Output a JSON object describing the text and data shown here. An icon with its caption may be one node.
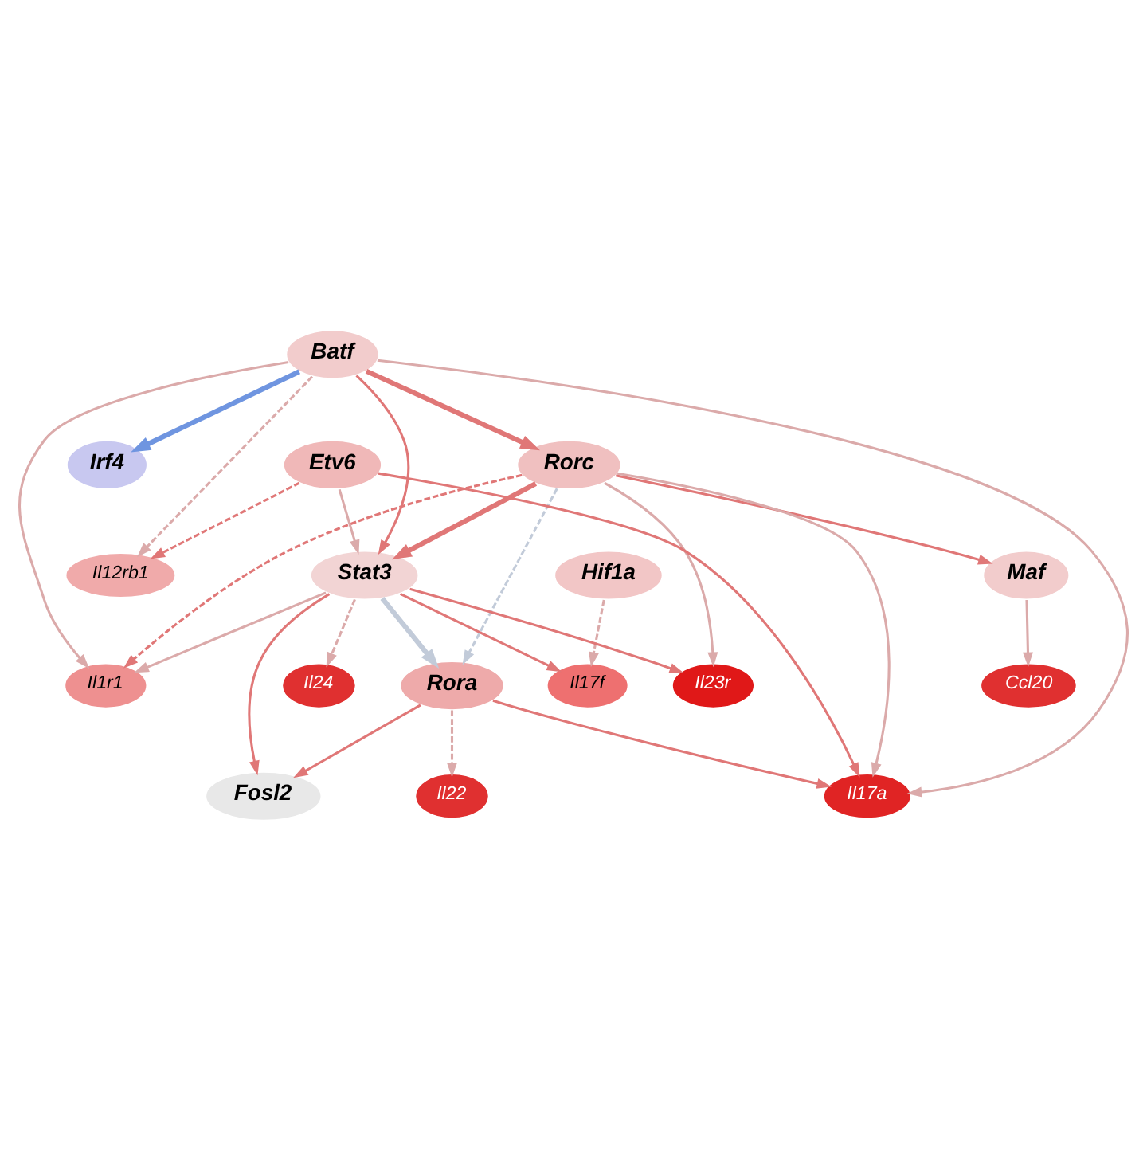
{
  "diagram": {
    "nodes": [
      {
        "text": [
          "Il24"
        ]
      },
      {
        "text": [
          "Il22"
        ]
      },
      {
        "text": [
          "Il23r"
        ]
      },
      {
        "text": [
          "Il1r1"
        ]
      },
      {
        "text": [
          "Batf"
        ]
      },
      {
        "text": [
          "Hif1a"
        ]
      },
      {
        "text": [
          "Maf"
        ]
      },
      {
        "text": [
          "Rorc"
        ]
      },
      {
        "text": [
          "Etv6"
        ]
      },
      {
        "text": [
          "Fosl2"
        ]
      },
      {
        "text": [
          "Rora"
        ]
      },
      {
        "text": [
          "Stat3"
        ]
      },
      {
        "text": [
          "Irf4"
        ]
      },
      {
        "text": [
          "Il12rb1"
        ]
      },
      {
        "text": [
          "Ccl20"
        ]
      },
      {
        "text": [
          "Il17a"
        ]
      },
      {
        "text": [
          "Il17f"
        ]
      }
    ],
    "edges": [
      {
        "from": 4,
        "to": 3,
        "arrow": "to"
      },
      {
        "from": 4,
        "to": 12,
        "arrow": "to",
        "style": "thick",
        "color": "#6f95e0"
      },
      {
        "from": 4,
        "to": 13,
        "arrow": "to",
        "style": "dashed"
      },
      {
        "from": 4,
        "to": 7,
        "arrow": "to",
        "style": "thick",
        "color": "#e07777"
      },
      {
        "from": 4,
        "to": 11,
        "arrow": "to",
        "color": "#e07777"
      },
      {
        "from": 4,
        "to": 15,
        "arrow": "to"
      },
      {
        "from": 8,
        "to": 13,
        "arrow": "to",
        "style": "dashed",
        "color": "#e07777"
      },
      {
        "from": 8,
        "to": 11,
        "arrow": "to"
      },
      {
        "from": 8,
        "to": 15,
        "arrow": "to",
        "color": "#e07777"
      },
      {
        "from": 11,
        "to": 0,
        "arrow": "to",
        "style": "dashed"
      },
      {
        "from": 10,
        "to": 1,
        "arrow": "to",
        "style": "dashed"
      },
      {
        "from": 7,
        "to": 2,
        "arrow": "to"
      },
      {
        "from": 11,
        "to": 2,
        "arrow": "to",
        "color": "#e07777"
      },
      {
        "from": 11,
        "to": 3,
        "arrow": "to"
      },
      {
        "from": 7,
        "to": 3,
        "arrow": "to",
        "style": "dashed",
        "color": "#e07777"
      },
      {
        "from": 5,
        "to": 16,
        "arrow": "to",
        "style": "dashed"
      },
      {
        "from": 7,
        "to": 6,
        "arrow": "to",
        "color": "#e07777"
      },
      {
        "from": 10,
        "to": 9,
        "arrow": "to",
        "color": "#e07777"
      },
      {
        "from": 11,
        "to": 9,
        "arrow": "to",
        "color": "#e07777"
      },
      {
        "from": 11,
        "to": 10,
        "arrow": "to",
        "style": "thick",
        "color": "#c2cbd9"
      },
      {
        "from": 10,
        "to": 15,
        "arrow": "to",
        "color": "#e07777"
      },
      {
        "from": 7,
        "to": 15,
        "arrow": "to"
      },
      {
        "from": 6,
        "to": 14,
        "arrow": "to"
      },
      {
        "from": 7,
        "to": 11,
        "arrow": "to",
        "style": "thick",
        "color": "#e07777"
      },
      {
        "from": 7,
        "to": 10,
        "arrow": "to",
        "style": "dashed",
        "color": "#c2cbd9"
      },
      {
        "from": 11,
        "to": 16,
        "arrow": "to",
        "color": "#e07777"
      }
    ]
  }
}
